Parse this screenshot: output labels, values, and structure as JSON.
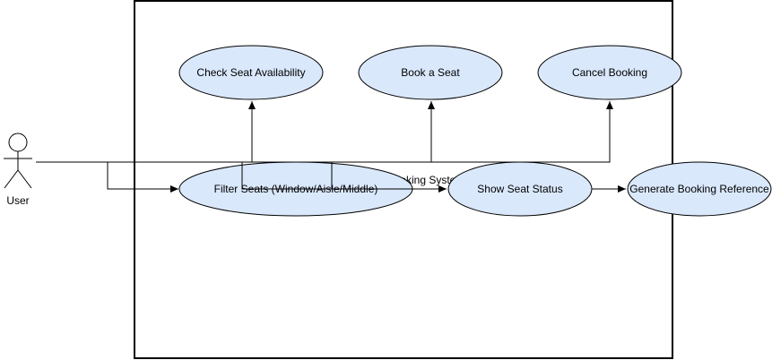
{
  "diagram": {
    "system_label": "Booking System",
    "actor": {
      "label": "User"
    },
    "use_cases": {
      "check_availability": "Check Seat Availability",
      "book_seat": "Book a Seat",
      "cancel_booking": "Cancel Booking",
      "filter_seats": "Filter Seats (Window/Aisle/Middle)",
      "show_status": "Show Seat Status",
      "generate_reference": "Generate Booking Reference"
    },
    "colors": {
      "use_case_fill": "#dae8fc",
      "stroke": "#000000",
      "background": "#ffffff"
    }
  }
}
